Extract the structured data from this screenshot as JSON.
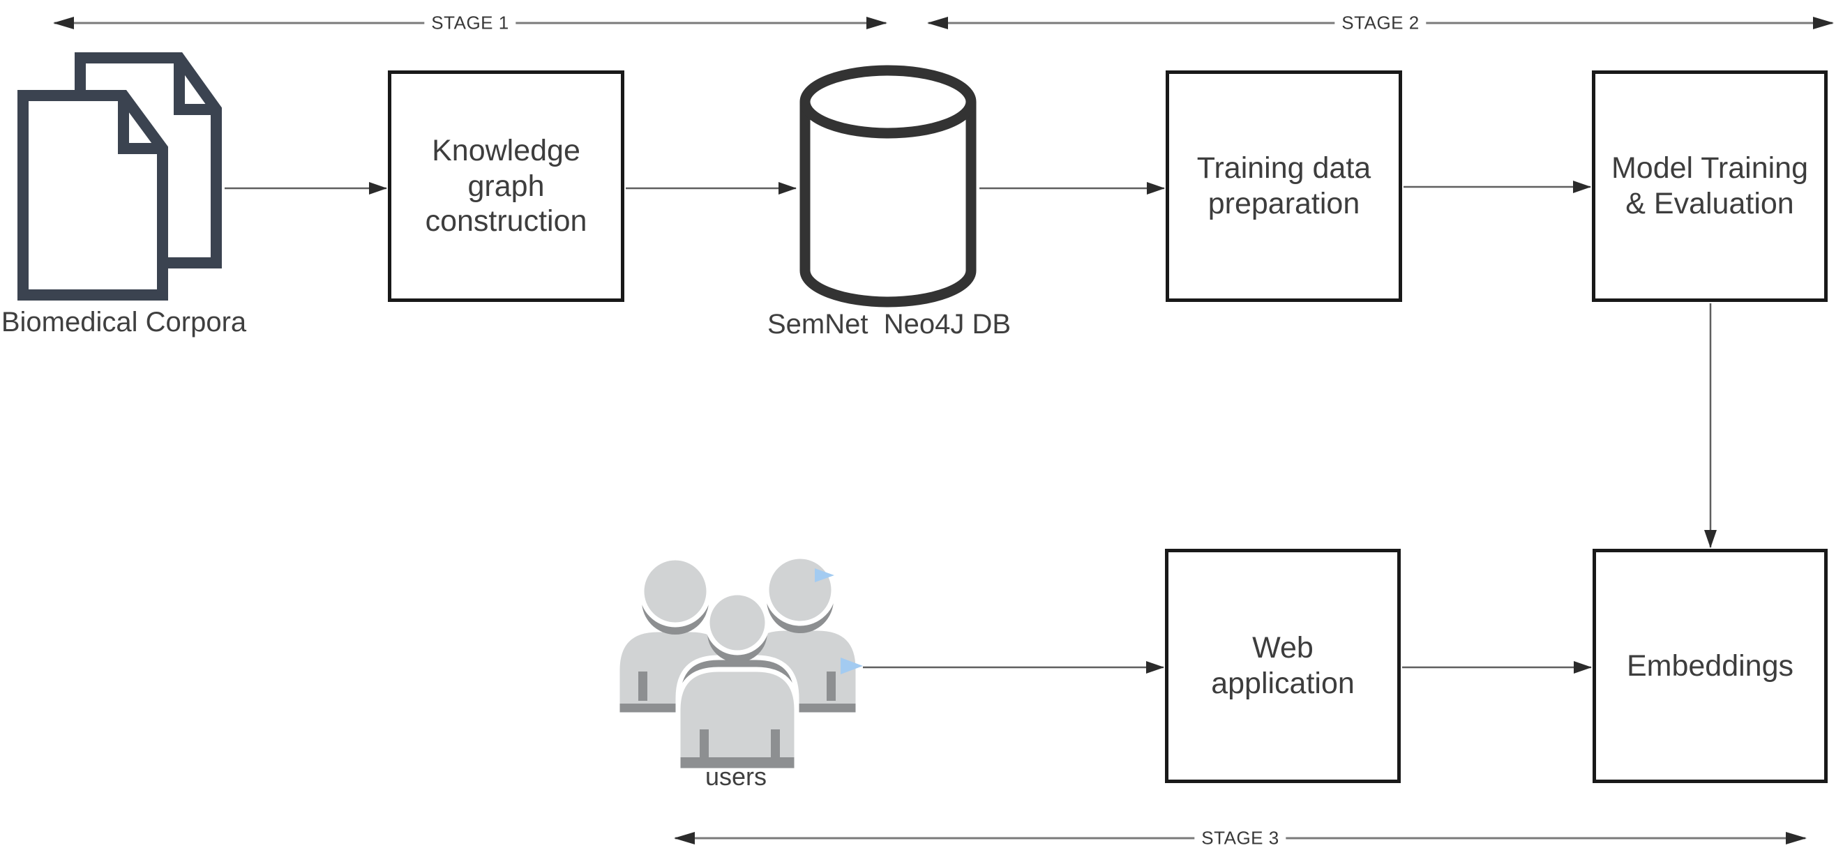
{
  "stages": [
    {
      "label": "STAGE 1"
    },
    {
      "label": "STAGE 2"
    },
    {
      "label": "STAGE 3"
    }
  ],
  "nodes": {
    "biomedical_corpora": {
      "label": "Biomedical Corpora",
      "icon": "documents-icon"
    },
    "knowledge_graph": {
      "label": "Knowledge\ngraph\nconstruction"
    },
    "semnet_db": {
      "label": "SemNet  Neo4J DB",
      "icon": "database-cylinder-icon"
    },
    "training_data": {
      "label": "Training data\npreparation"
    },
    "model_training": {
      "label": "Model Training\n& Evaluation"
    },
    "users": {
      "label": "users",
      "icon": "users-icon"
    },
    "web_application": {
      "label": "Web\napplication"
    },
    "embeddings": {
      "label": "Embeddings"
    }
  },
  "colors": {
    "box_border": "#191919",
    "box_text": "#3d3d3d",
    "connector_line": "#5f5f5f",
    "arrowhead": "#2b2b2b",
    "stage_line": "#7a7a7a",
    "document_icon": "#3b4350",
    "cylinder_icon": "#333333",
    "people_icon_light": "#d1d3d4",
    "people_icon_shadow": "#8d8f91",
    "people_icon_marker_blue": "#a3cbf1"
  }
}
